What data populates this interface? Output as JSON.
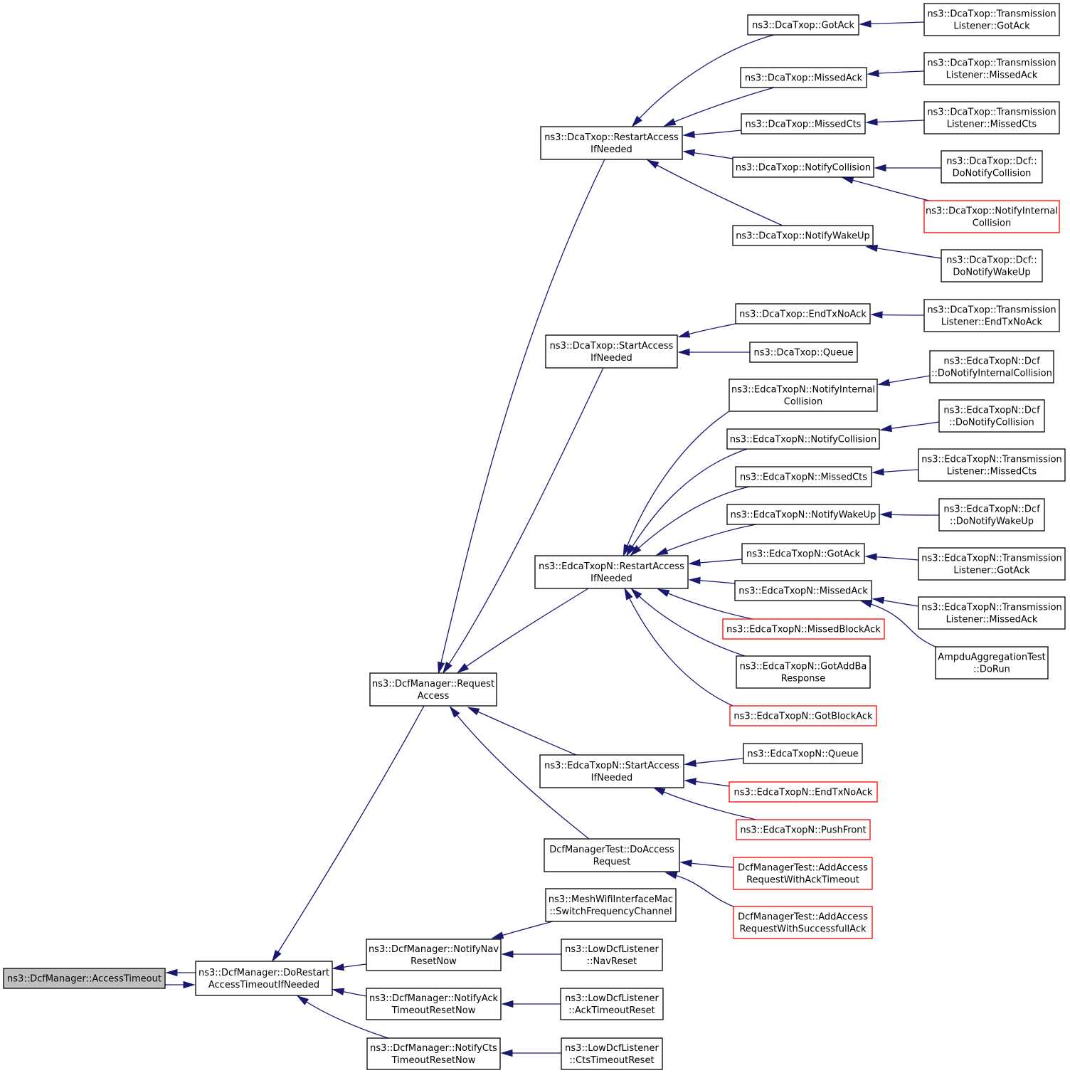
{
  "colors": {
    "edge": "#191970",
    "node_border": "#000000",
    "truncated_border": "#ff0000",
    "root_fill": "#bfbfbf",
    "background": "#ffffff"
  },
  "nodes": [
    {
      "id": "n0",
      "lines": [
        "ns3::DcfManager::AccessTimeout"
      ],
      "style": "root"
    },
    {
      "id": "n1",
      "lines": [
        "ns3::DcfManager::DoRestart",
        "AccessTimeoutIfNeeded"
      ],
      "style": "normal"
    },
    {
      "id": "n2",
      "lines": [
        "ns3::DcfManager::Request",
        "Access"
      ],
      "style": "normal"
    },
    {
      "id": "n3",
      "lines": [
        "ns3::DcfManager::NotifyNav",
        "ResetNow"
      ],
      "style": "normal"
    },
    {
      "id": "n4",
      "lines": [
        "ns3::DcfManager::NotifyAck",
        "TimeoutResetNow"
      ],
      "style": "normal"
    },
    {
      "id": "n5",
      "lines": [
        "ns3::DcfManager::NotifyCts",
        "TimeoutResetNow"
      ],
      "style": "normal"
    },
    {
      "id": "n6",
      "lines": [
        "ns3::DcaTxop::RestartAccess",
        "IfNeeded"
      ],
      "style": "normal"
    },
    {
      "id": "n7",
      "lines": [
        "ns3::DcaTxop::StartAccess",
        "IfNeeded"
      ],
      "style": "normal"
    },
    {
      "id": "n8",
      "lines": [
        "ns3::EdcaTxopN::RestartAccess",
        "IfNeeded"
      ],
      "style": "normal"
    },
    {
      "id": "n9",
      "lines": [
        "ns3::EdcaTxopN::StartAccess",
        "IfNeeded"
      ],
      "style": "normal"
    },
    {
      "id": "n10",
      "lines": [
        "DcfManagerTest::DoAccess",
        "Request"
      ],
      "style": "normal"
    },
    {
      "id": "n11",
      "lines": [
        "ns3::MeshWifiInterfaceMac",
        "::SwitchFrequencyChannel"
      ],
      "style": "normal"
    },
    {
      "id": "n12",
      "lines": [
        "ns3::LowDcfListener",
        "::NavReset"
      ],
      "style": "normal"
    },
    {
      "id": "n13",
      "lines": [
        "ns3::LowDcfListener",
        "::AckTimeoutReset"
      ],
      "style": "normal"
    },
    {
      "id": "n14",
      "lines": [
        "ns3::LowDcfListener",
        "::CtsTimeoutReset"
      ],
      "style": "normal"
    },
    {
      "id": "n15",
      "lines": [
        "ns3::DcaTxop::GotAck"
      ],
      "style": "normal"
    },
    {
      "id": "n16",
      "lines": [
        "ns3::DcaTxop::MissedAck"
      ],
      "style": "normal"
    },
    {
      "id": "n17",
      "lines": [
        "ns3::DcaTxop::MissedCts"
      ],
      "style": "normal"
    },
    {
      "id": "n18",
      "lines": [
        "ns3::DcaTxop::NotifyCollision"
      ],
      "style": "normal"
    },
    {
      "id": "n19",
      "lines": [
        "ns3::DcaTxop::NotifyWakeUp"
      ],
      "style": "normal"
    },
    {
      "id": "n20",
      "lines": [
        "ns3::DcaTxop::EndTxNoAck"
      ],
      "style": "normal"
    },
    {
      "id": "n21",
      "lines": [
        "ns3::DcaTxop::Queue"
      ],
      "style": "normal"
    },
    {
      "id": "n22",
      "lines": [
        "ns3::EdcaTxopN::NotifyInternal",
        "Collision"
      ],
      "style": "normal"
    },
    {
      "id": "n23",
      "lines": [
        "ns3::EdcaTxopN::NotifyCollision"
      ],
      "style": "normal"
    },
    {
      "id": "n24",
      "lines": [
        "ns3::EdcaTxopN::MissedCts"
      ],
      "style": "normal"
    },
    {
      "id": "n25",
      "lines": [
        "ns3::EdcaTxopN::NotifyWakeUp"
      ],
      "style": "normal"
    },
    {
      "id": "n26",
      "lines": [
        "ns3::EdcaTxopN::GotAck"
      ],
      "style": "normal"
    },
    {
      "id": "n27",
      "lines": [
        "ns3::EdcaTxopN::MissedAck"
      ],
      "style": "normal"
    },
    {
      "id": "n28",
      "lines": [
        "ns3::EdcaTxopN::MissedBlockAck"
      ],
      "style": "truncated"
    },
    {
      "id": "n29",
      "lines": [
        "ns3::EdcaTxopN::GotAddBa",
        "Response"
      ],
      "style": "normal"
    },
    {
      "id": "n30",
      "lines": [
        "ns3::EdcaTxopN::GotBlockAck"
      ],
      "style": "truncated"
    },
    {
      "id": "n31",
      "lines": [
        "ns3::EdcaTxopN::Queue"
      ],
      "style": "normal"
    },
    {
      "id": "n32",
      "lines": [
        "ns3::EdcaTxopN::EndTxNoAck"
      ],
      "style": "truncated"
    },
    {
      "id": "n33",
      "lines": [
        "ns3::EdcaTxopN::PushFront"
      ],
      "style": "truncated"
    },
    {
      "id": "n34",
      "lines": [
        "DcfManagerTest::AddAccess",
        "RequestWithAckTimeout"
      ],
      "style": "truncated"
    },
    {
      "id": "n35",
      "lines": [
        "DcfManagerTest::AddAccess",
        "RequestWithSuccessfullAck"
      ],
      "style": "truncated"
    },
    {
      "id": "n36",
      "lines": [
        "ns3::DcaTxop::Transmission",
        "Listener::GotAck"
      ],
      "style": "normal"
    },
    {
      "id": "n37",
      "lines": [
        "ns3::DcaTxop::Transmission",
        "Listener::MissedAck"
      ],
      "style": "normal"
    },
    {
      "id": "n38",
      "lines": [
        "ns3::DcaTxop::Transmission",
        "Listener::MissedCts"
      ],
      "style": "normal"
    },
    {
      "id": "n39",
      "lines": [
        "ns3::DcaTxop::Dcf::",
        "DoNotifyCollision"
      ],
      "style": "normal"
    },
    {
      "id": "n40",
      "lines": [
        "ns3::DcaTxop::NotifyInternal",
        "Collision"
      ],
      "style": "truncated"
    },
    {
      "id": "n41",
      "lines": [
        "ns3::DcaTxop::Dcf::",
        "DoNotifyWakeUp"
      ],
      "style": "normal"
    },
    {
      "id": "n42",
      "lines": [
        "ns3::DcaTxop::Transmission",
        "Listener::EndTxNoAck"
      ],
      "style": "normal"
    },
    {
      "id": "n43",
      "lines": [
        "ns3::EdcaTxopN::Dcf",
        "::DoNotifyInternalCollision"
      ],
      "style": "normal"
    },
    {
      "id": "n44",
      "lines": [
        "ns3::EdcaTxopN::Dcf",
        "::DoNotifyCollision"
      ],
      "style": "normal"
    },
    {
      "id": "n45",
      "lines": [
        "ns3::EdcaTxopN::Transmission",
        "Listener::MissedCts"
      ],
      "style": "normal"
    },
    {
      "id": "n46",
      "lines": [
        "ns3::EdcaTxopN::Dcf",
        "::DoNotifyWakeUp"
      ],
      "style": "normal"
    },
    {
      "id": "n47",
      "lines": [
        "ns3::EdcaTxopN::Transmission",
        "Listener::GotAck"
      ],
      "style": "normal"
    },
    {
      "id": "n48",
      "lines": [
        "ns3::EdcaTxopN::Transmission",
        "Listener::MissedAck"
      ],
      "style": "normal"
    },
    {
      "id": "n49",
      "lines": [
        "AmpduAggregationTest",
        "::DoRun"
      ],
      "style": "normal"
    }
  ],
  "edges": [
    [
      "n1",
      "n0"
    ],
    [
      "n0",
      "n1"
    ],
    [
      "n2",
      "n1"
    ],
    [
      "n3",
      "n1"
    ],
    [
      "n4",
      "n1"
    ],
    [
      "n5",
      "n1"
    ],
    [
      "n6",
      "n2"
    ],
    [
      "n7",
      "n2"
    ],
    [
      "n8",
      "n2"
    ],
    [
      "n9",
      "n2"
    ],
    [
      "n10",
      "n2"
    ],
    [
      "n11",
      "n3"
    ],
    [
      "n12",
      "n3"
    ],
    [
      "n13",
      "n4"
    ],
    [
      "n14",
      "n5"
    ],
    [
      "n15",
      "n6"
    ],
    [
      "n16",
      "n6"
    ],
    [
      "n17",
      "n6"
    ],
    [
      "n18",
      "n6"
    ],
    [
      "n19",
      "n6"
    ],
    [
      "n20",
      "n7"
    ],
    [
      "n21",
      "n7"
    ],
    [
      "n22",
      "n8"
    ],
    [
      "n23",
      "n8"
    ],
    [
      "n24",
      "n8"
    ],
    [
      "n25",
      "n8"
    ],
    [
      "n26",
      "n8"
    ],
    [
      "n27",
      "n8"
    ],
    [
      "n28",
      "n8"
    ],
    [
      "n29",
      "n8"
    ],
    [
      "n30",
      "n8"
    ],
    [
      "n31",
      "n9"
    ],
    [
      "n32",
      "n9"
    ],
    [
      "n33",
      "n9"
    ],
    [
      "n34",
      "n10"
    ],
    [
      "n35",
      "n10"
    ],
    [
      "n36",
      "n15"
    ],
    [
      "n37",
      "n16"
    ],
    [
      "n38",
      "n17"
    ],
    [
      "n39",
      "n18"
    ],
    [
      "n40",
      "n18"
    ],
    [
      "n41",
      "n19"
    ],
    [
      "n42",
      "n20"
    ],
    [
      "n43",
      "n22"
    ],
    [
      "n44",
      "n23"
    ],
    [
      "n45",
      "n24"
    ],
    [
      "n46",
      "n25"
    ],
    [
      "n47",
      "n26"
    ],
    [
      "n48",
      "n27"
    ],
    [
      "n49",
      "n27"
    ]
  ]
}
